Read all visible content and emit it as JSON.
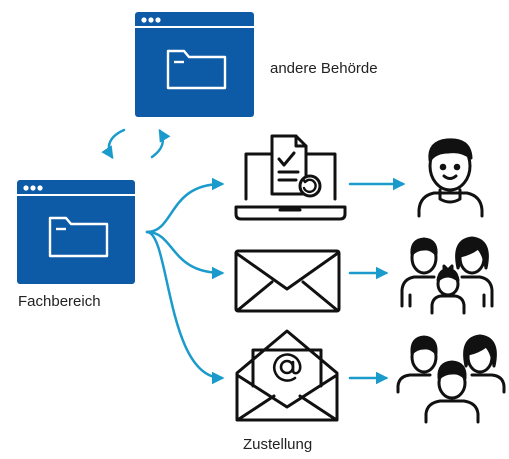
{
  "labels": {
    "other_authority": "andere Behörde",
    "department": "Fachbereich",
    "delivery": "Zustellung"
  },
  "colors": {
    "window_blue": "#0d5aa7",
    "arrow_blue": "#1a9bcc",
    "stroke": "#111111",
    "white": "#ffffff"
  },
  "nodes": {
    "source_windows": [
      "other-authority-window",
      "department-window"
    ],
    "channels": [
      "laptop-document-icon",
      "letter-envelope-icon",
      "email-envelope-icon"
    ],
    "recipients": [
      "single-person-icon",
      "family-icon",
      "group-icon"
    ]
  }
}
